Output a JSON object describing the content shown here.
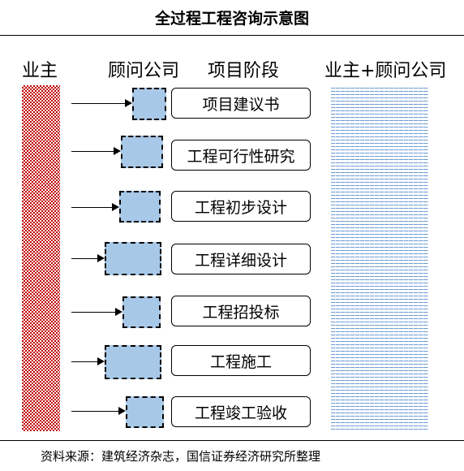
{
  "title": "全过程工程咨询示意图",
  "headers": {
    "owner": "业主",
    "consultant": "顾问公司",
    "stage": "项目阶段",
    "joint": "业主+顾问公司"
  },
  "stages": [
    {
      "label": "项目建议书"
    },
    {
      "label": "工程可行性研究"
    },
    {
      "label": "工程初步设计"
    },
    {
      "label": "工程详细设计"
    },
    {
      "label": "工程招投标"
    },
    {
      "label": "工程施工"
    },
    {
      "label": "工程竣工验收"
    }
  ],
  "source": "资料来源：建筑经济杂志，国信证券经济研究所整理",
  "colors": {
    "owner": "#c00000",
    "consultant": "#a8c8e8",
    "joint": "#5b8fd0"
  }
}
